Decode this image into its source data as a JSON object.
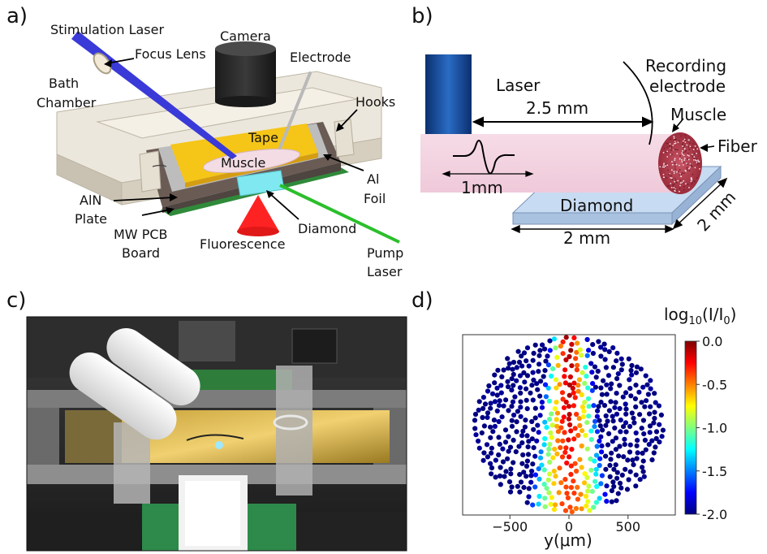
{
  "panel_labels": {
    "a": "a)",
    "b": "b)",
    "c": "c)",
    "d": "d)"
  },
  "panel_a": {
    "stimulation_laser": "Stimulation Laser",
    "focus_lens": "Focus Lens",
    "camera": "Camera",
    "electrode": "Electrode",
    "bath_chamber_1": "Bath",
    "bath_chamber_2": "Chamber",
    "hooks": "Hooks",
    "tape": "Tape",
    "muscle": "Muscle",
    "al_foil_1": "Al",
    "al_foil_2": "Foil",
    "aln_plate_1": "AlN",
    "aln_plate_2": "Plate",
    "mw_pcb_1": "MW PCB",
    "mw_pcb_2": "Board",
    "fluorescence": "Fluorescence",
    "diamond": "Diamond",
    "pump_laser_1": "Pump",
    "pump_laser_2": "Laser",
    "colors": {
      "laser_blue": "#3a3ad8",
      "pump_green": "#2bbf2b",
      "tape": "#f5c518",
      "pcb": "#2f8a3a",
      "diamond": "#7fe8f0",
      "cone": "#ff2222"
    }
  },
  "panel_b": {
    "laser": "Laser",
    "recording_1": "Recording",
    "recording_2": "electrode",
    "distance": "2.5 mm",
    "muscle": "Muscle",
    "fiber": "Fiber",
    "scale": "1mm",
    "diamond": "Diamond",
    "depth": "2 mm",
    "width": "2 mm",
    "colors": {
      "fiber_pink": "#f3d3e0",
      "diamond_blue": "#c7dbf2",
      "laser_blue": "#1a4f9a",
      "muscle_red": "#b23a4a"
    }
  },
  "panel_c": {
    "photo": "setup-photo"
  },
  "chart_data": {
    "type": "scatter",
    "title": "",
    "xlabel": "y(μm)",
    "ylabel": "",
    "xlim": [
      -900,
      900
    ],
    "x_ticks": [
      "−500",
      "0",
      "500"
    ],
    "x_tick_values": [
      -500,
      0,
      500
    ],
    "colorbar": {
      "label": "log10(I/I0)",
      "label_main": "log",
      "label_sub": "10",
      "label_rest": "(I/I",
      "label_sub2": "0",
      "label_end": ")",
      "range": [
        -2.0,
        0.0
      ],
      "ticks": [
        "0.0",
        "-0.5",
        "-1.0",
        "-1.5",
        "-2.0"
      ],
      "tick_values": [
        0.0,
        -0.5,
        -1.0,
        -1.5,
        -2.0
      ],
      "colormap": "jet"
    },
    "disk": {
      "center_x": 0,
      "radius": 800
    },
    "intensity_model": "log10(I/I0) ≈ -2 beyond |y|≈400 μm, peaks at 0 near y=0 at top of disk",
    "grid": false
  }
}
